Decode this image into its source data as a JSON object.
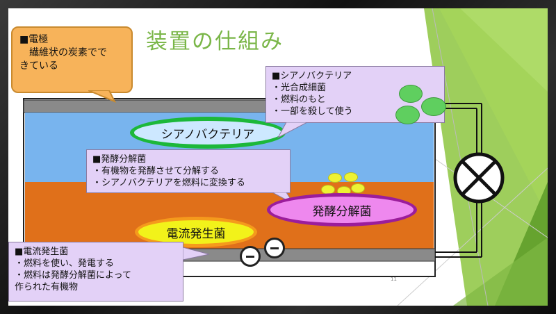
{
  "slide": {
    "title": "装置の仕組み",
    "page_number": "11"
  },
  "electrode_note": {
    "lines": [
      "■電極",
      "　繊維状の炭素でで",
      "きている"
    ]
  },
  "cyano_note": {
    "lines": [
      "■シアノバクテリア",
      "・光合成細菌",
      "・燃料のもと",
      "・一部を殺して使う"
    ]
  },
  "ferment_note": {
    "lines": [
      "■発酵分解菌",
      "・有機物を発酵させて分解する",
      "・シアノバクテリアを燃料に変換する"
    ]
  },
  "current_note": {
    "lines": [
      "■電流発生菌",
      "・燃料を使い、発電する",
      "・燃料は発酵分解菌によって",
      "作られた有機物"
    ]
  },
  "labels": {
    "cyano": "シアノバクテリア",
    "ferment": "発酵分解菌",
    "current": "電流発生菌"
  },
  "colors": {
    "water": "#78b4ee",
    "sediment": "#e0701a",
    "electrode": "#8a8a8a",
    "accent_green": "#7ab648",
    "callout_purple": "#e3d1f7",
    "callout_orange": "#f7b35a"
  },
  "icons": [
    "lamp-icon",
    "electron-icon"
  ]
}
